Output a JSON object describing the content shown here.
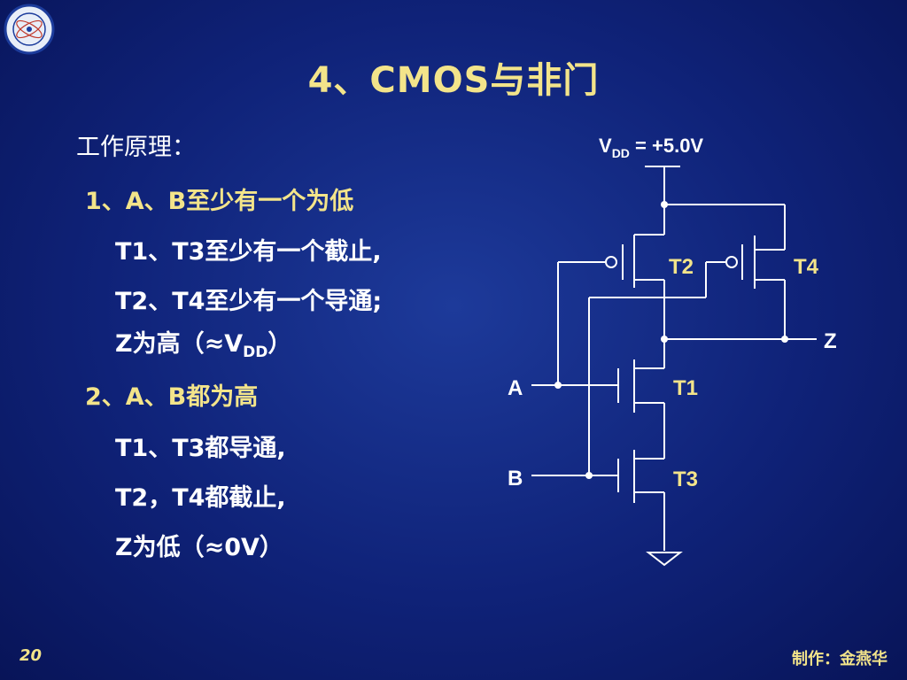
{
  "slide": {
    "title": "4、CMOS与非门",
    "principle_heading": "工作原理：",
    "case1": {
      "heading": "1、A、B至少有一个为低",
      "line1": "T1、T3至少有一个截止,",
      "line2": "T2、T4至少有一个导通;",
      "line3_prefix": "Z为高（≈V",
      "line3_sub": "DD",
      "line3_suffix": "）"
    },
    "case2": {
      "heading": "2、A、B都为高",
      "line1": "T1、T3都导通,",
      "line2": "T2，T4都截止,",
      "line3": "Z为低（≈0V）"
    },
    "page_number": "20",
    "author": "制作：金燕华"
  },
  "circuit": {
    "vdd_prefix": "V",
    "vdd_sub": "DD",
    "vdd_value": " = +5.0V",
    "labels": {
      "T2": "T2",
      "T4": "T4",
      "T1": "T1",
      "T3": "T3",
      "A": "A",
      "B": "B",
      "Z": "Z"
    }
  },
  "colors": {
    "background": "#0f2278",
    "accent_yellow": "#f3e48a",
    "text_white": "#ffffff"
  }
}
